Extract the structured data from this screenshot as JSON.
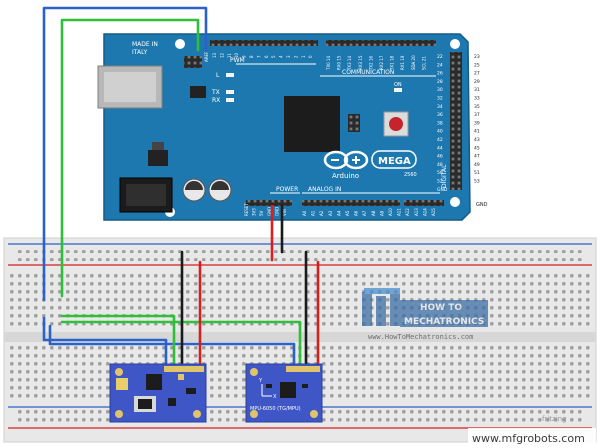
{
  "arduino": {
    "made_in": "MADE IN",
    "country": "ITALY",
    "brand": "Arduino",
    "model": "MEGA",
    "model_sub": "2560",
    "pwm": "PWM",
    "communication": "COMMUNICATION",
    "power": "POWER",
    "analog_in": "ANALOG IN",
    "digital": "DIGITAL",
    "gnd": "GND",
    "aref": "AREF",
    "led_l": "L",
    "led_tx": "TX",
    "led_rx": "RX",
    "led_on": "ON",
    "pin_labels_top": [
      "13",
      "12",
      "11",
      "10",
      "9",
      "8",
      "7",
      "6",
      "5",
      "4",
      "3",
      "2",
      "1",
      "0"
    ],
    "comm_labels": [
      "TX0 14",
      "RX0 15",
      "TX3 14",
      "RX3 15",
      "TX2 16",
      "RX2 17",
      "TX1 18",
      "RX1 19",
      "SDA 20",
      "SCL 21"
    ],
    "power_labels": [
      "RESET",
      "3V3",
      "5V",
      "GND",
      "GND",
      "VIN"
    ],
    "analog_labels": [
      "A0",
      "A1",
      "A2",
      "A3",
      "A4",
      "A5",
      "A6",
      "A7",
      "A8",
      "A9",
      "A10",
      "A11",
      "A12",
      "A13",
      "A14",
      "A15"
    ],
    "right_pins": [
      "22",
      "24",
      "26",
      "28",
      "30",
      "32",
      "34",
      "36",
      "38",
      "40",
      "42",
      "44",
      "46",
      "48",
      "50",
      "52",
      "GND"
    ],
    "right_pins_b": [
      "23",
      "25",
      "27",
      "29",
      "31",
      "33",
      "35",
      "37",
      "39",
      "41",
      "43",
      "45",
      "47",
      "49",
      "51",
      "53"
    ]
  },
  "logo": {
    "line1": "HOW TO",
    "line2": "MECHATRONICS",
    "url": "www.HowToMechatronics.com"
  },
  "sensor": {
    "label": "MPU-6050 (TG/MPU)",
    "axis_x": "X",
    "axis_y": "Y"
  },
  "watermark": "www.mfgrobots.com",
  "fritzing": "fritzing",
  "colors": {
    "board": "#1e78b0",
    "board_dark": "#155a86",
    "module": "#3f57c6",
    "wire_blue": "#2b62c9",
    "wire_green": "#2fbf3b",
    "wire_red": "#d61f1f",
    "wire_black": "#1a1a1a",
    "breadboard": "#e6e6e6"
  }
}
